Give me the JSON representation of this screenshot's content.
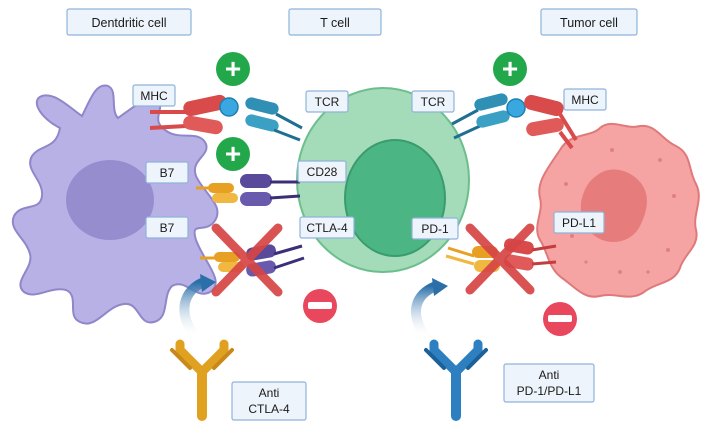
{
  "headers": {
    "dendritic": "Dentdritic cell",
    "tcell": "T cell",
    "tumor": "Tumor cell"
  },
  "labels": {
    "mhc_left": "MHC",
    "tcr_left": "TCR",
    "tcr_right": "TCR",
    "mhc_right": "MHC",
    "b7_top": "B7",
    "cd28": "CD28",
    "b7_bottom": "B7",
    "ctla4": "CTLA-4",
    "pd1": "PD-1",
    "pdl1": "PD-L1"
  },
  "antibodies": {
    "anti_ctla4_line1": "Anti",
    "anti_ctla4_line2": "CTLA-4",
    "anti_pd1_line1": "Anti",
    "anti_pd1_line2": "PD-1/PD-L1"
  },
  "signals": {
    "stimulatory": "+",
    "inhibitory": "−"
  },
  "colors": {
    "dendritic_cell": "#b7b1e6",
    "dendritic_nucleus": "#8f87c9",
    "t_cell_outer": "#9fd6b3",
    "t_cell_inner": "#4bb584",
    "tumor_cell": "#f5a3a3",
    "tumor_nucleus": "#e57878",
    "mhc": "#d94b4b",
    "tcr": "#2f8fb5",
    "antigen": "#3aa8e0",
    "b7": "#e8a024",
    "cd28_ctla4": "#5a4a9c",
    "plus_green": "#22a84a",
    "minus_red": "#e8475d",
    "cross_red": "#d64545",
    "anti_ctla4": "#e0a020",
    "anti_pd1": "#2d7fc0",
    "label_border": "#8fb3d9"
  }
}
